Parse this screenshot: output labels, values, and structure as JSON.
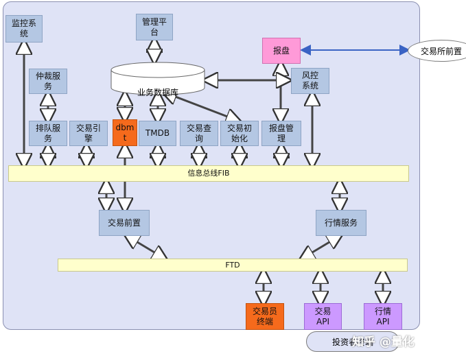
{
  "nodes": {
    "monitor": "监控系\n统",
    "mgmt_platform": "管理平\n台",
    "report": "报盘",
    "exchange_front": "交易所前置",
    "database": "业务数据库",
    "risk_control": "风控\n系统",
    "arbitration": "仲裁服\n务",
    "queue": "排队服\n务",
    "trade_engine": "交易引\n擎",
    "dbmt": "dbm\nt",
    "tmdb": "TMDB",
    "trade_query": "交易查\n询",
    "trade_init": "交易初\n始化",
    "report_mgmt": "报盘管\n理",
    "info_bus": "信息总线FIB",
    "trade_front": "交易前置",
    "quote_service": "行情服务",
    "ftd": "FTD",
    "trader_terminal": "交易员\n终端",
    "trade_api": "交易\nAPI",
    "quote_api": "行情\nAPI",
    "investor": "投资者终端"
  },
  "watermark": "知乎 @量化"
}
